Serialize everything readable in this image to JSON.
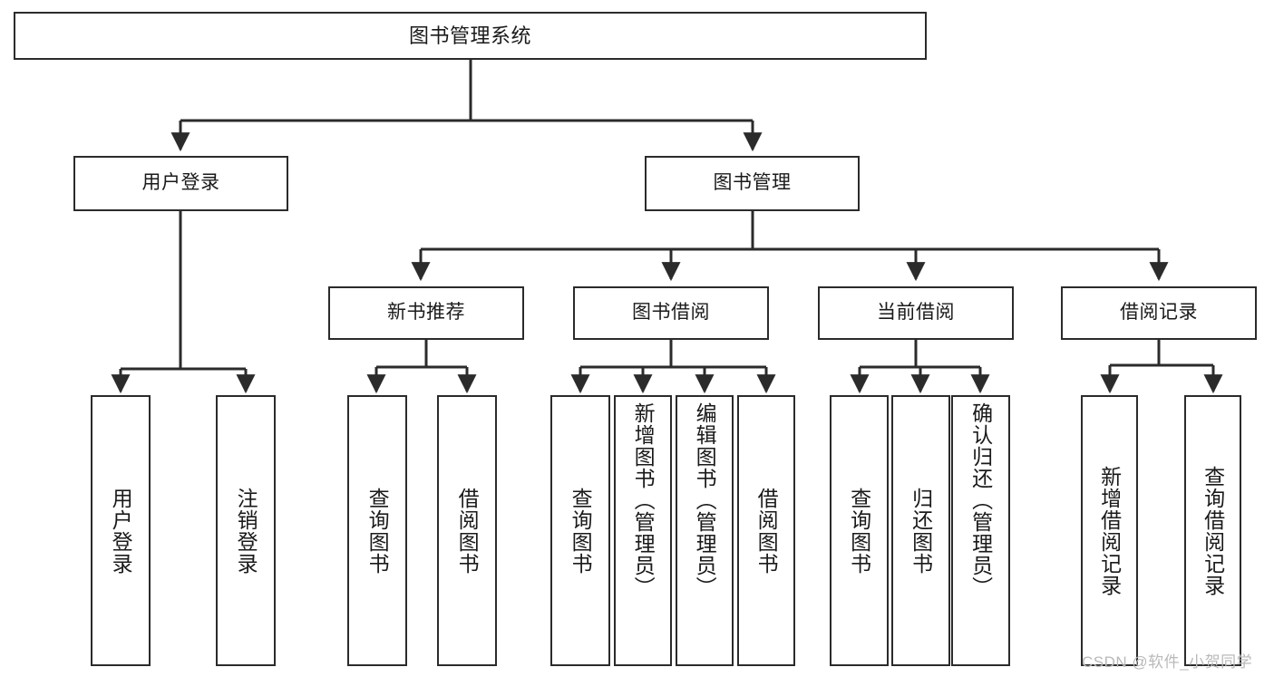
{
  "diagram": {
    "title": "图书管理系统",
    "type": "hierarchy-tree",
    "watermark": "CSDN @软件_小贺同学",
    "colors": {
      "stroke": "#2b2b2b",
      "fill": "#ffffff",
      "text": "#1a1a1a",
      "watermark": "#b9b9b9"
    },
    "levels": {
      "root": [
        "图书管理系统"
      ],
      "level2": [
        "用户登录",
        "图书管理"
      ],
      "level3": [
        "新书推荐",
        "图书借阅",
        "当前借阅",
        "借阅记录"
      ],
      "leaves": [
        "用户登录",
        "注销登录",
        "查询图书",
        "借阅图书",
        "查询图书",
        "新增图书（管理员）",
        "编辑图书（管理员）",
        "借阅图书",
        "查询图书",
        "归还图书",
        "确认归还（管理员）",
        "新增借阅记录",
        "查询借阅记录"
      ]
    },
    "nodes": {
      "root": {
        "label": "图书管理系统"
      },
      "user_login": {
        "label": "用户登录"
      },
      "book_manage": {
        "label": "图书管理"
      },
      "new_book_rec": {
        "label": "新书推荐"
      },
      "book_borrow": {
        "label": "图书借阅"
      },
      "current_borrow": {
        "label": "当前借阅"
      },
      "borrow_record": {
        "label": "借阅记录"
      },
      "leaf_user_login": {
        "label": "用户登录"
      },
      "leaf_logout": {
        "label": "注销登录"
      },
      "leaf_query_book_1": {
        "label": "查询图书"
      },
      "leaf_borrow_book_1": {
        "label": "借阅图书"
      },
      "leaf_query_book_2": {
        "label": "查询图书"
      },
      "leaf_add_book": {
        "label": "新增图书（管理员）"
      },
      "leaf_edit_book": {
        "label": "编辑图书（管理员）"
      },
      "leaf_borrow_book_2": {
        "label": "借阅图书"
      },
      "leaf_query_book_3": {
        "label": "查询图书"
      },
      "leaf_return_book": {
        "label": "归还图书"
      },
      "leaf_confirm_return": {
        "label": "确认归还（管理员）"
      },
      "leaf_add_record": {
        "label": "新增借阅记录"
      },
      "leaf_query_record": {
        "label": "查询借阅记录"
      }
    },
    "edges": [
      {
        "from": "root",
        "to": "user_login"
      },
      {
        "from": "root",
        "to": "book_manage"
      },
      {
        "from": "user_login",
        "to": "leaf_user_login"
      },
      {
        "from": "user_login",
        "to": "leaf_logout"
      },
      {
        "from": "book_manage",
        "to": "new_book_rec"
      },
      {
        "from": "book_manage",
        "to": "book_borrow"
      },
      {
        "from": "book_manage",
        "to": "current_borrow"
      },
      {
        "from": "book_manage",
        "to": "borrow_record"
      },
      {
        "from": "new_book_rec",
        "to": "leaf_query_book_1"
      },
      {
        "from": "new_book_rec",
        "to": "leaf_borrow_book_1"
      },
      {
        "from": "book_borrow",
        "to": "leaf_query_book_2"
      },
      {
        "from": "book_borrow",
        "to": "leaf_add_book"
      },
      {
        "from": "book_borrow",
        "to": "leaf_edit_book"
      },
      {
        "from": "book_borrow",
        "to": "leaf_borrow_book_2"
      },
      {
        "from": "current_borrow",
        "to": "leaf_query_book_3"
      },
      {
        "from": "current_borrow",
        "to": "leaf_return_book"
      },
      {
        "from": "current_borrow",
        "to": "leaf_confirm_return"
      },
      {
        "from": "borrow_record",
        "to": "leaf_add_record"
      },
      {
        "from": "borrow_record",
        "to": "leaf_query_record"
      }
    ]
  }
}
